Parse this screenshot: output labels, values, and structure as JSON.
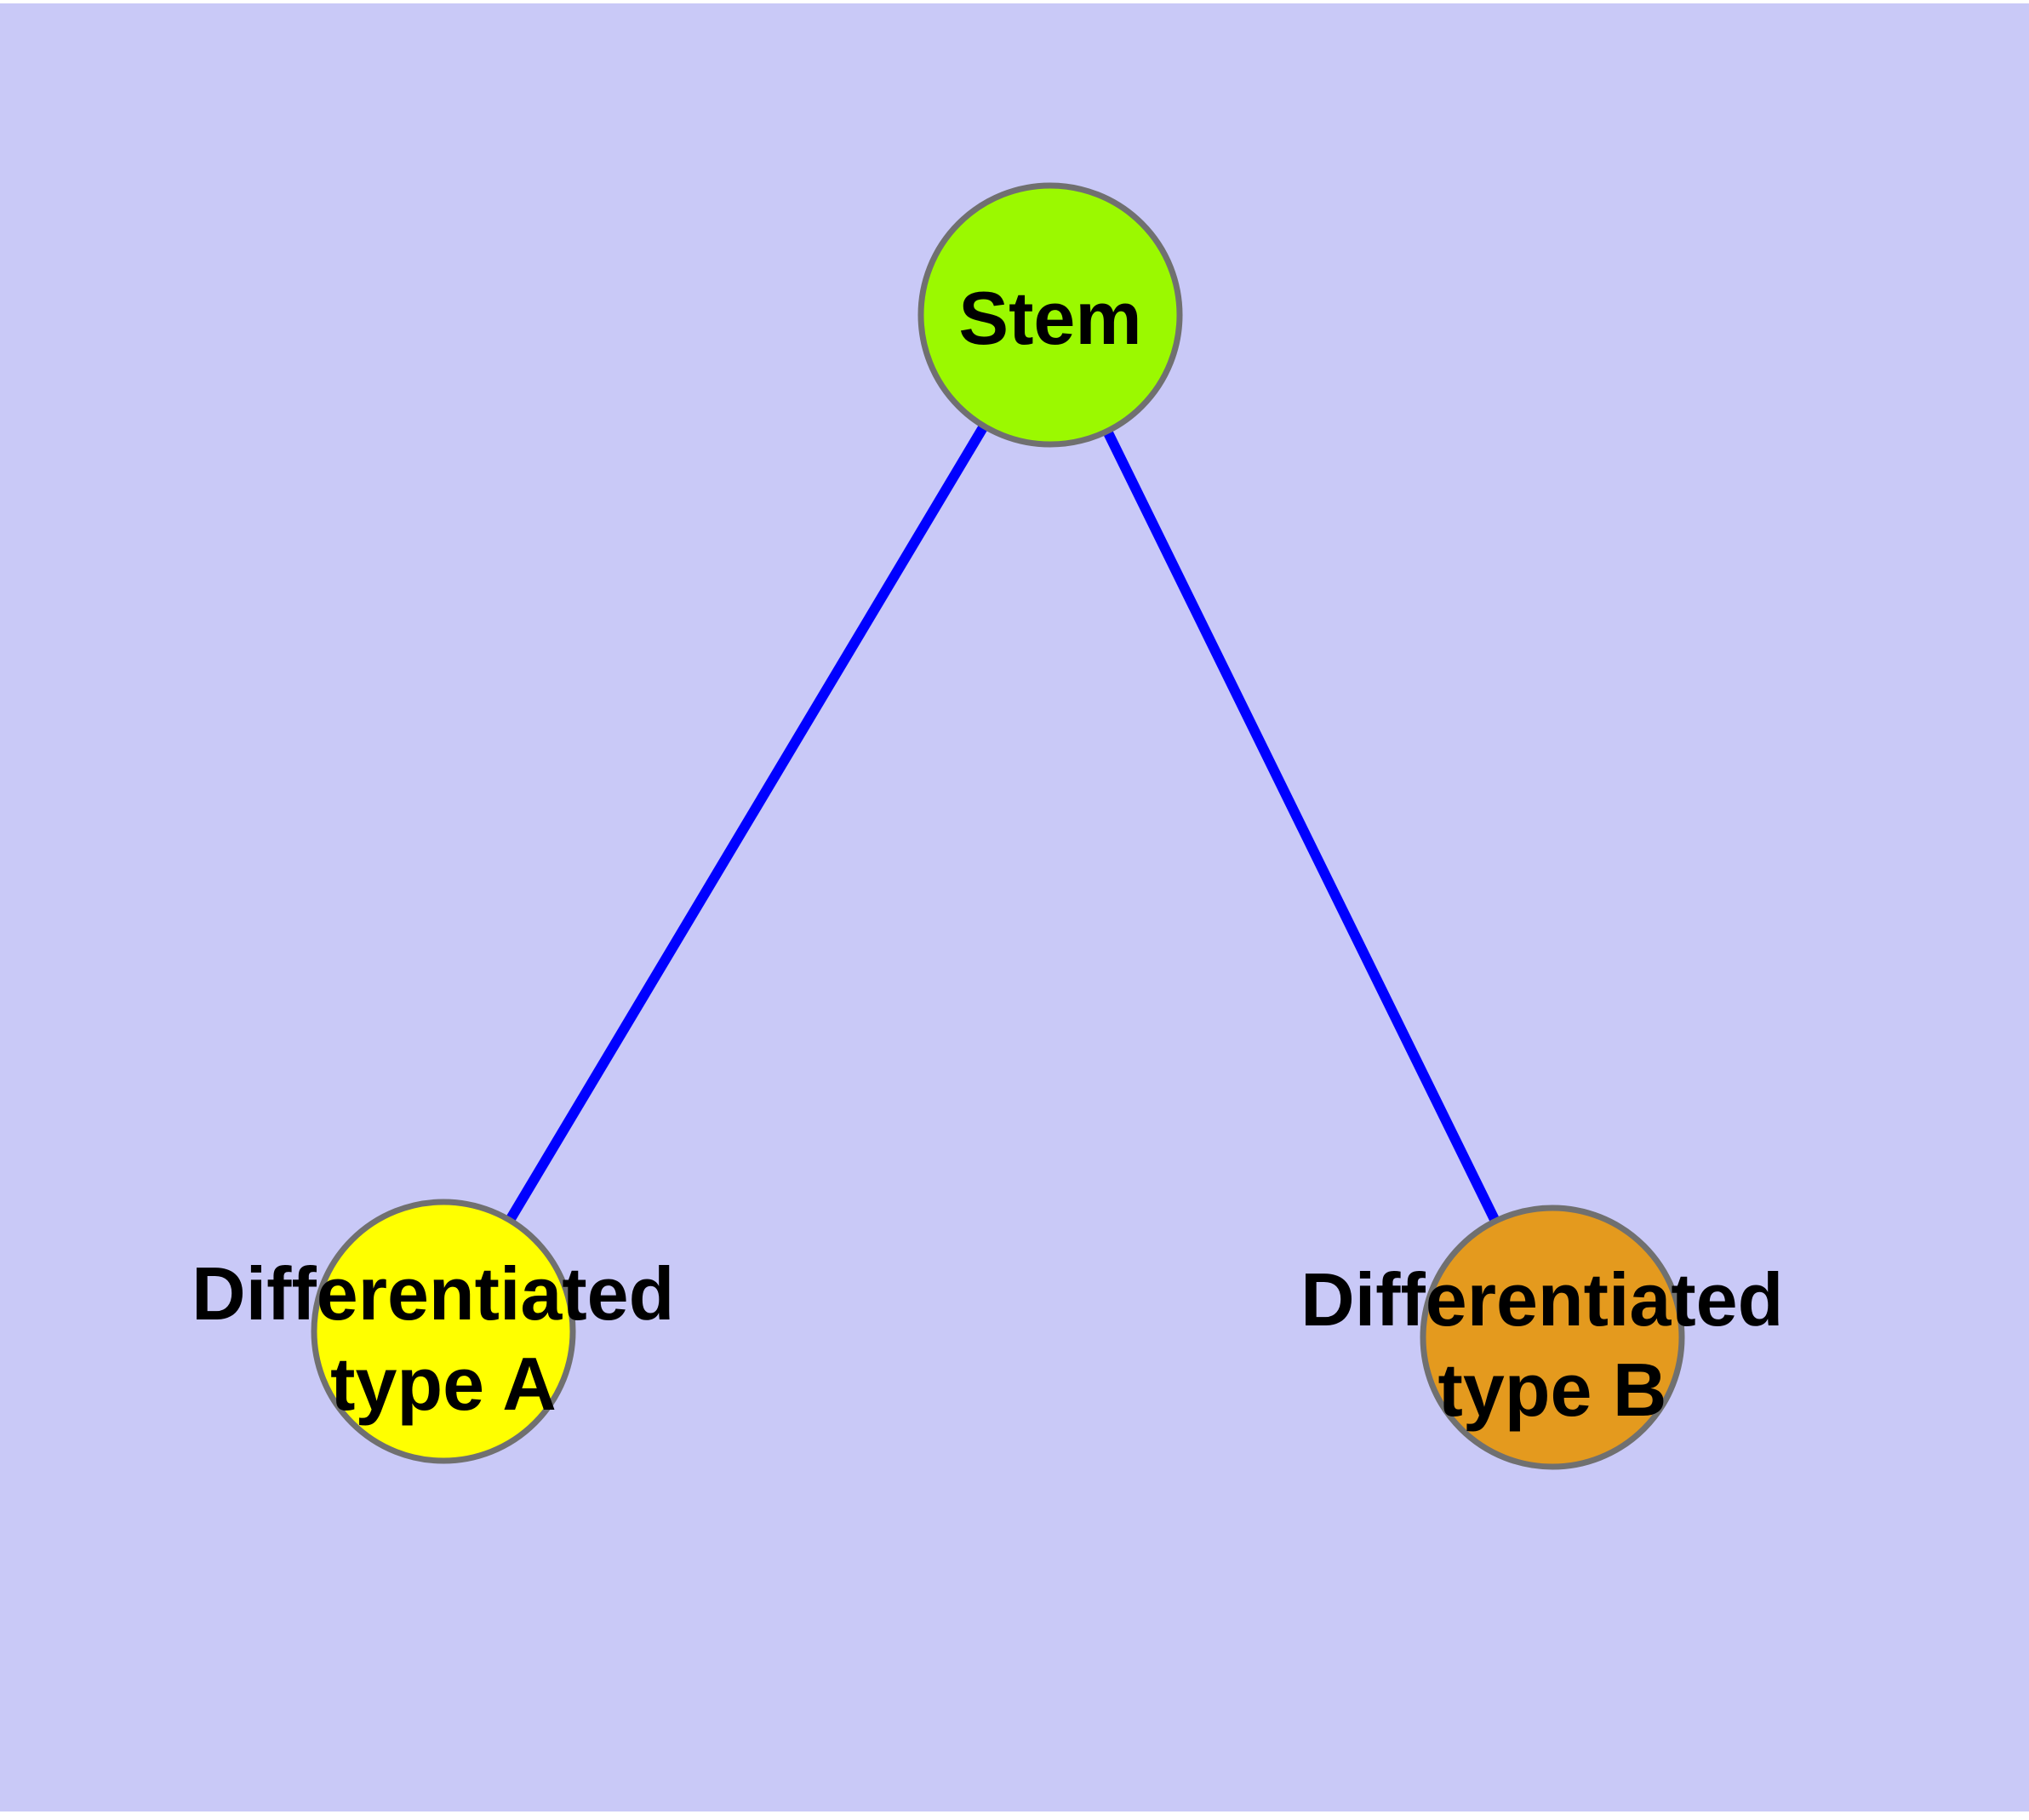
{
  "diagram": {
    "nodes": {
      "stem": {
        "label": "Stem",
        "fill": "#9BF900"
      },
      "typeA": {
        "label_line1": "Differentiated",
        "label_line2": "type A",
        "fill": "#FFFF00"
      },
      "typeB": {
        "label_line1": "Differentiated",
        "label_line2": "type B",
        "fill": "#E49A1E"
      }
    },
    "edges": [
      {
        "from": "Stem",
        "to": "Differentiated type A"
      },
      {
        "from": "Stem",
        "to": "Differentiated type B"
      }
    ],
    "colors": {
      "background": "#C9C9F7",
      "edge": "#0000FF",
      "node_border": "#707070",
      "label_text": "#000000"
    }
  }
}
